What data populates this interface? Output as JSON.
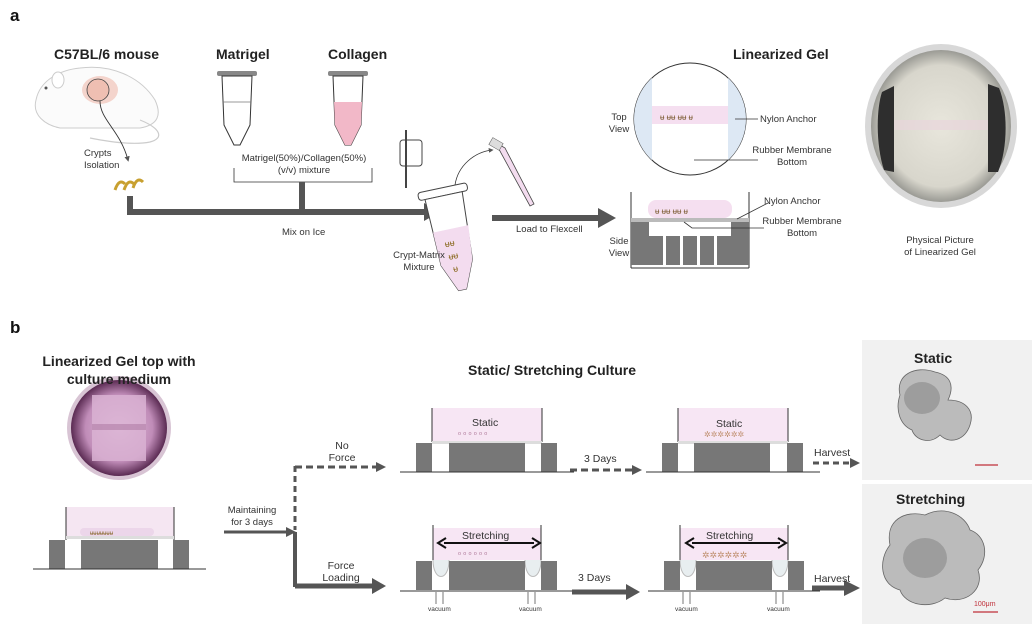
{
  "panel_a": {
    "label": "a",
    "mouse_title": "C57BL/6 mouse",
    "crypts_isolation": [
      "Crypts",
      "Isolation"
    ],
    "matrigel_title": "Matrigel",
    "collagen_title": "Collagen",
    "mixture_label": [
      "Matrigel(50%)/Collagen(50%)",
      "(v/v) mixture"
    ],
    "mix_on_ice": "Mix on Ice",
    "crypt_matrix": [
      "Crypt-Matrix",
      "Mixture"
    ],
    "load_to_flexcell": "Load to Flexcell",
    "linearized_gel_title": "Linearized Gel",
    "top_view": [
      "Top",
      "View"
    ],
    "side_view": [
      "Side",
      "View"
    ],
    "nylon_anchor": "Nylon Anchor",
    "rubber_membrane": [
      "Rubber Membrane",
      "Bottom"
    ],
    "photo_caption": [
      "Physical Picture",
      "of Linearized Gel"
    ]
  },
  "panel_b": {
    "label": "b",
    "gel_top_title": [
      "Linearized Gel top with",
      "culture medium"
    ],
    "maintaining": [
      "Maintaining",
      "for 3 days"
    ],
    "culture_title": "Static/ Stretching Culture",
    "no_force": [
      "No",
      "Force"
    ],
    "force_loading": [
      "Force",
      "Loading"
    ],
    "static_label": "Static",
    "stretching_label": "Stretching",
    "three_days": "3 Days",
    "harvest": "Harvest",
    "vacuum": "vacuum",
    "result_static": "Static",
    "result_stretching": "Stretching",
    "scale_bar": "100μm"
  },
  "colors": {
    "arrow": "#555555",
    "block": "#7a7a7a",
    "gel_pink": "#f5dff0",
    "crypt": "#8a6a30",
    "scale_red": "#c0303a",
    "medium_purple": "#a0648f"
  }
}
